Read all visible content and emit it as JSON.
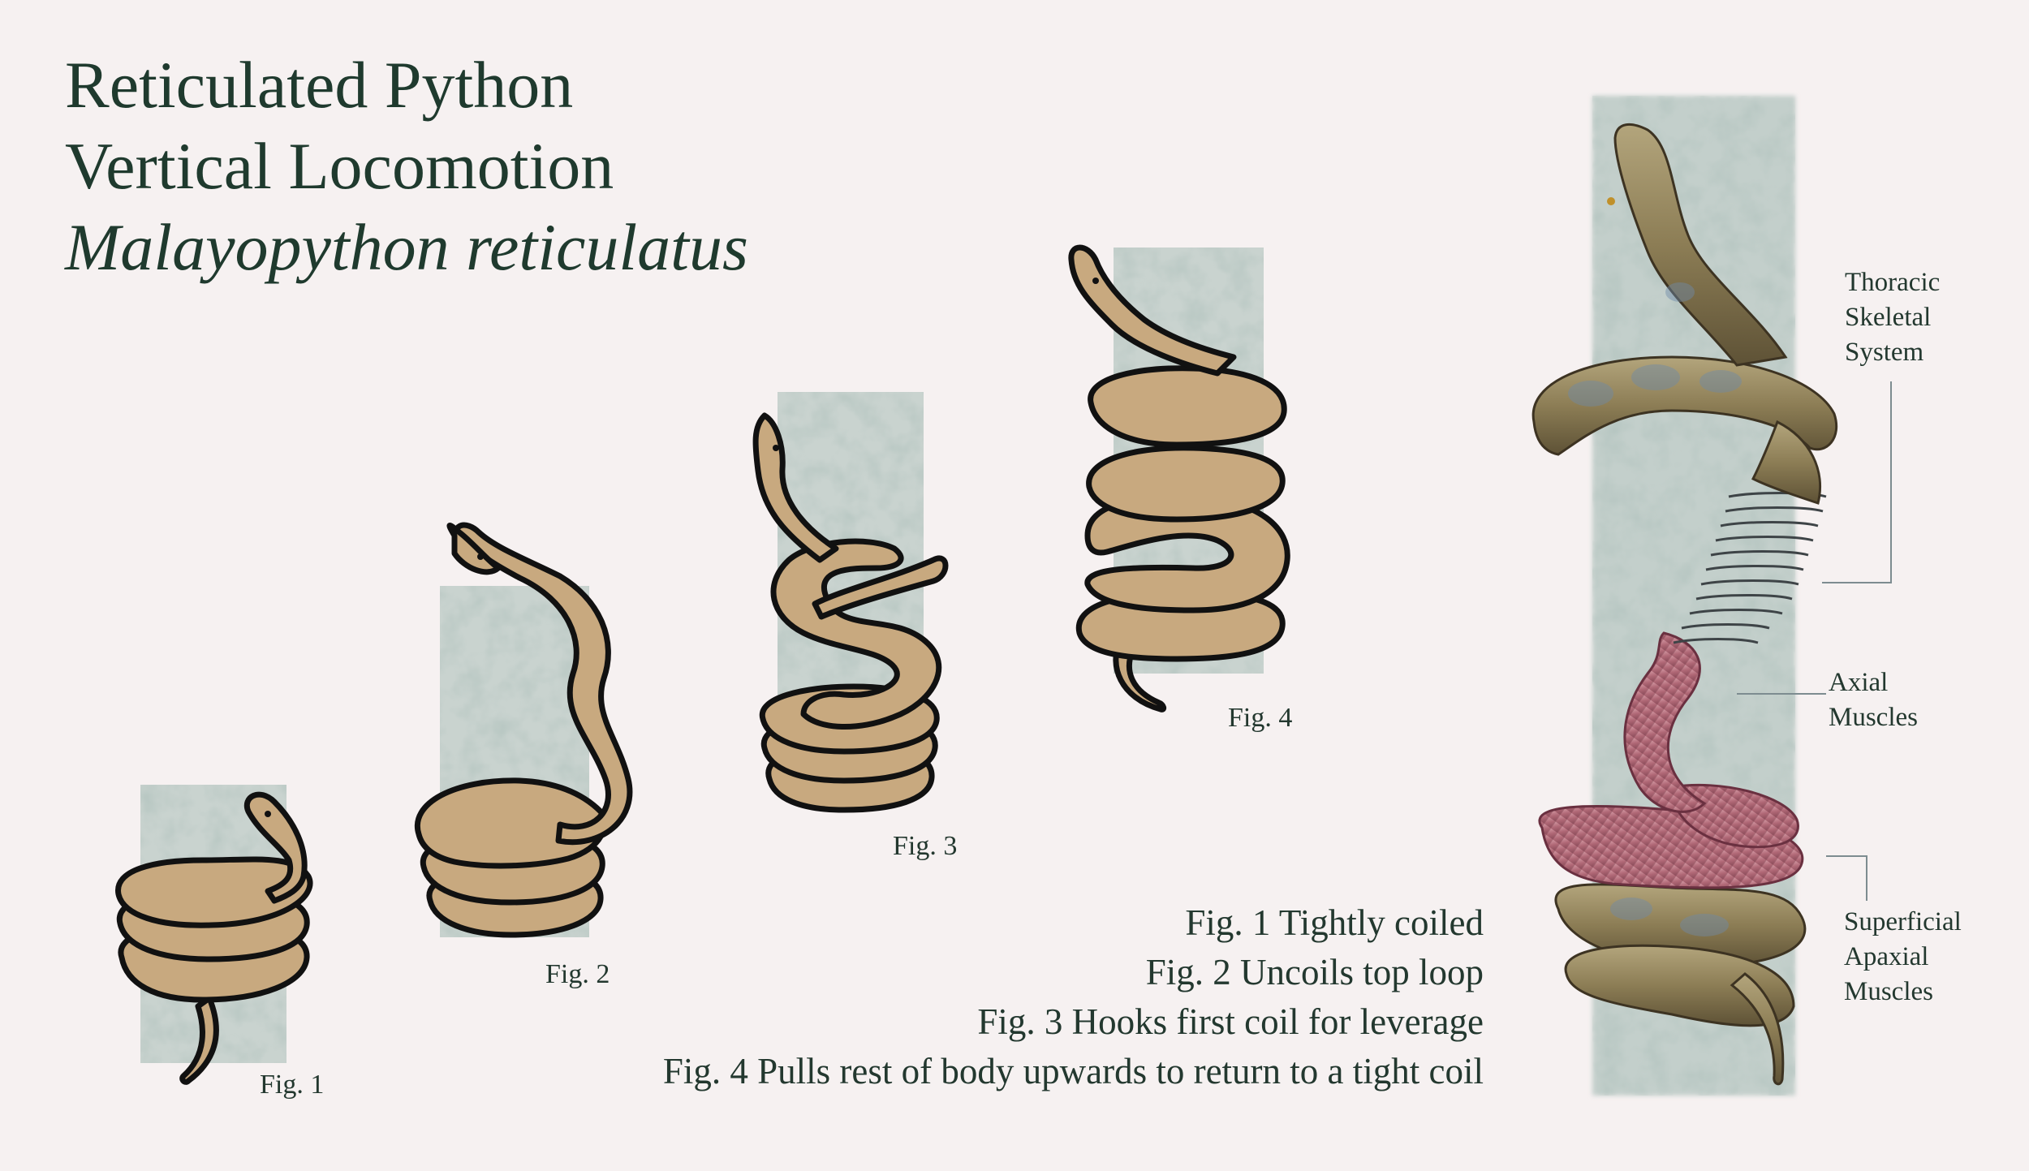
{
  "title": {
    "line1": "Reticulated Python",
    "line2": "Vertical Locomotion",
    "line3": "Malayopython reticulatus"
  },
  "figures": [
    {
      "label": "Fig. 1"
    },
    {
      "label": "Fig. 2"
    },
    {
      "label": "Fig. 3"
    },
    {
      "label": "Fig. 4"
    }
  ],
  "captions": [
    "Fig. 1 Tightly coiled",
    "Fig. 2 Uncoils top loop",
    "Fig. 3 Hooks first coil for leverage",
    "Fig.  4 Pulls rest of body upwards to return to a tight coil"
  ],
  "anatomy": {
    "thoracic": [
      "Thoracic",
      "Skeletal",
      "System"
    ],
    "axial": [
      "Axial",
      "Muscles"
    ],
    "superficial": [
      "Superficial",
      "Apaxial",
      "Muscles"
    ]
  },
  "colors": {
    "background": "#f6f1f1",
    "title": "#1f3a2e",
    "snake_fill": "#c8a97f",
    "snake_outline": "#111111",
    "trunk": "#c3cfcb",
    "muscle": "#b9727f"
  }
}
